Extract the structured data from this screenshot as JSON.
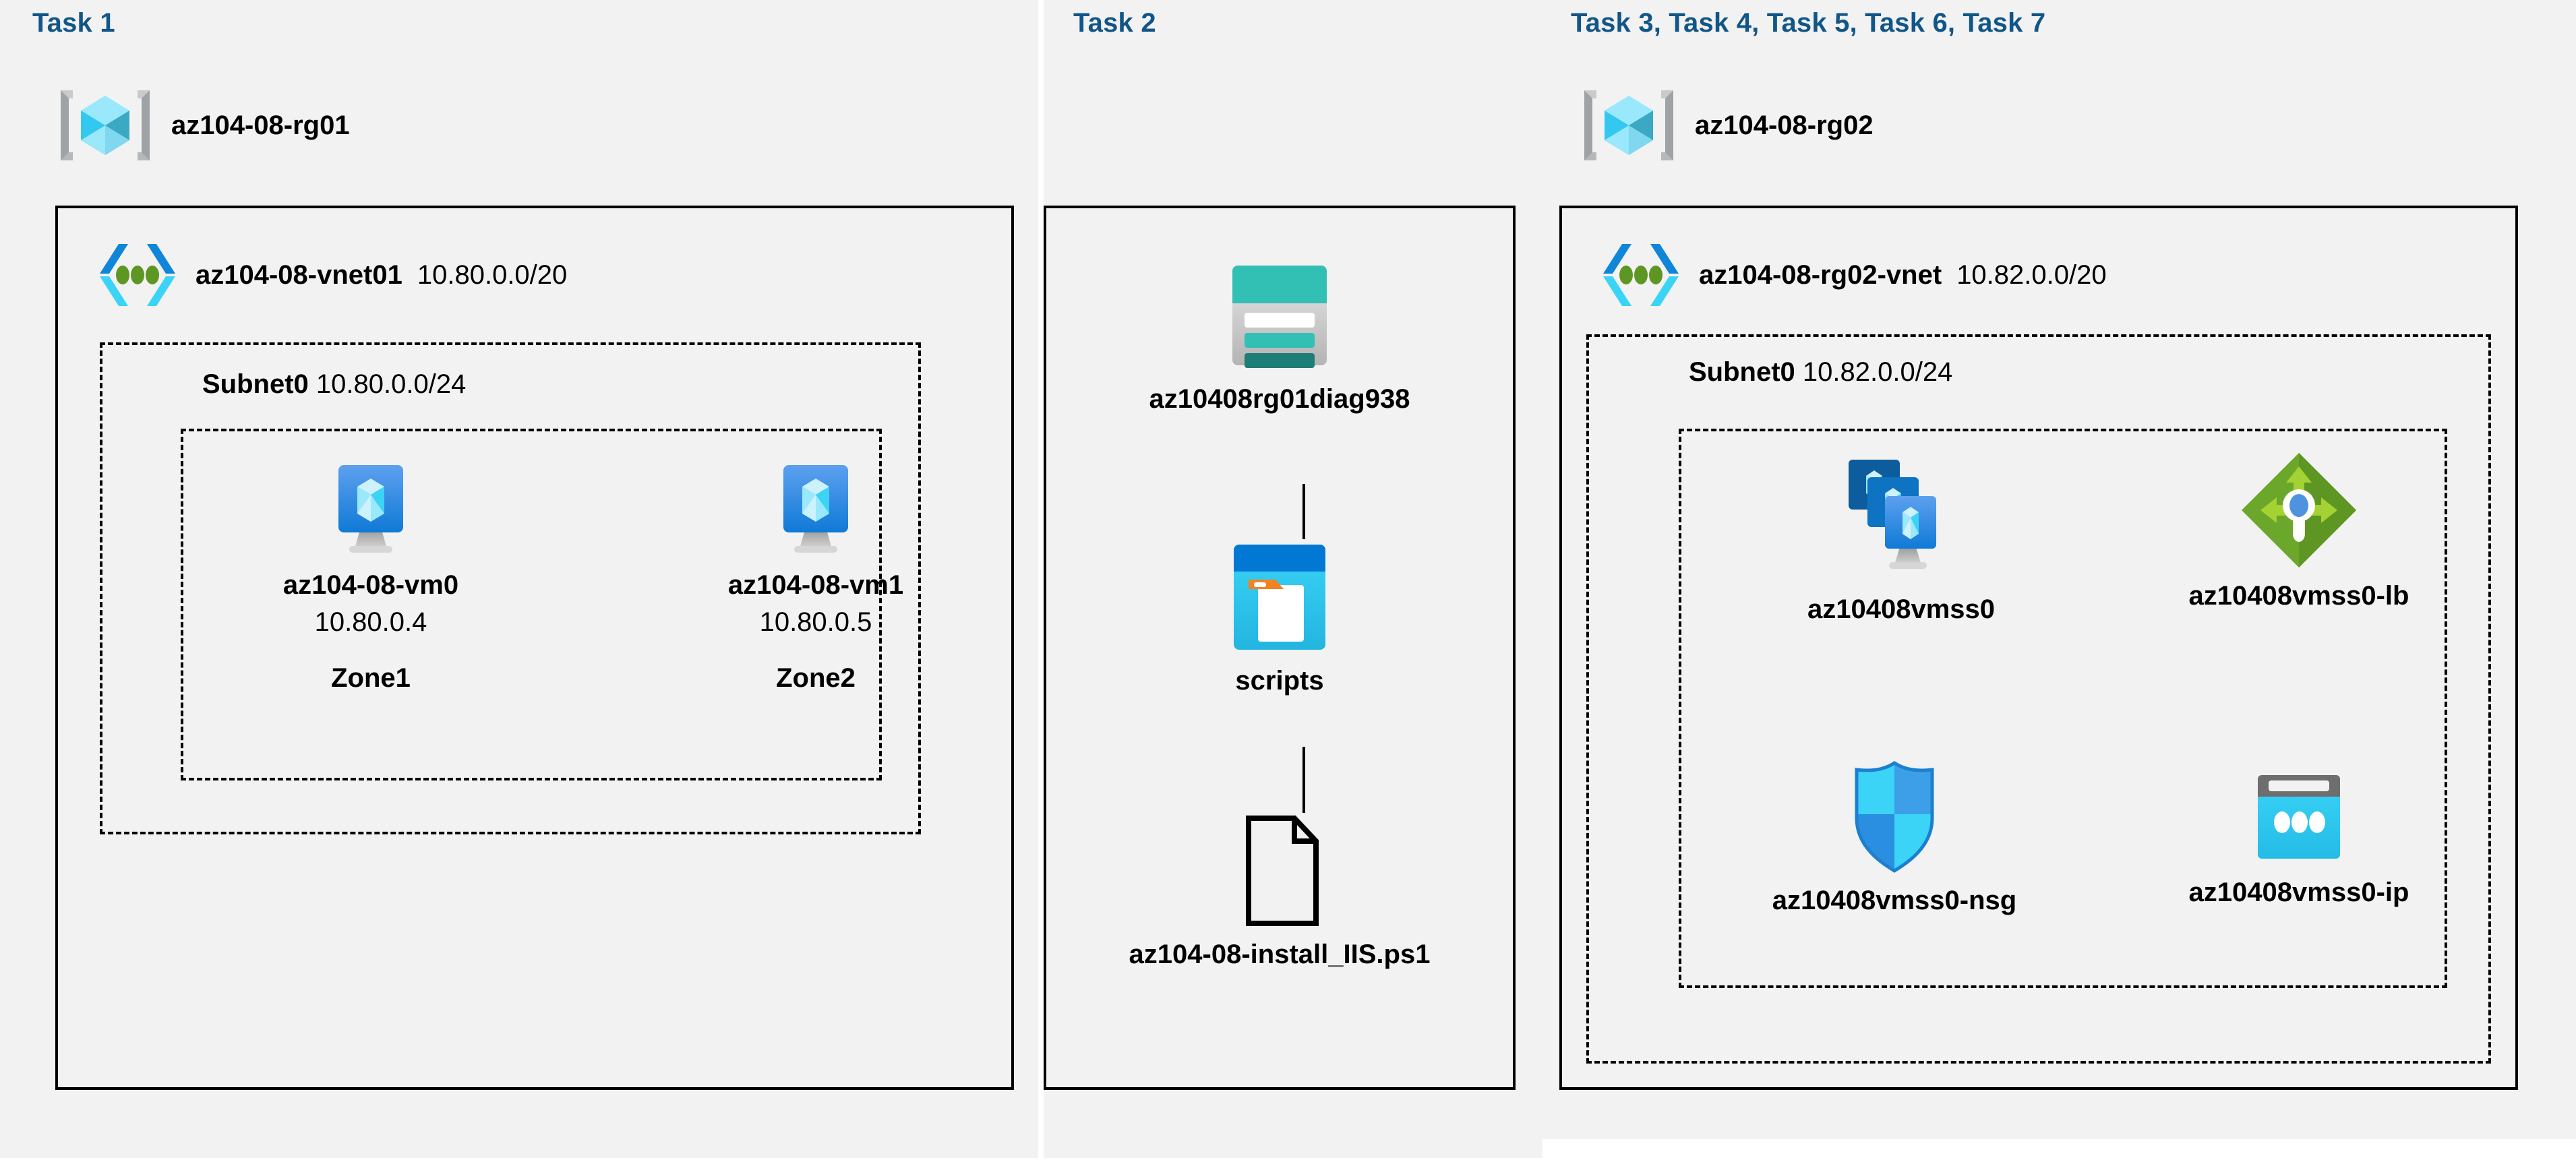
{
  "diagram": {
    "title_color": "#125687",
    "panels": [
      {
        "task_label": "Task 1",
        "resource_group": {
          "name": "az104-08-rg01",
          "icon": "resource-group-icon"
        },
        "vnet": {
          "name": "az104-08-vnet01",
          "cidr": "10.80.0.0/20",
          "icon": "virtual-network-icon"
        },
        "subnet": {
          "name": "Subnet0",
          "cidr": "10.80.0.0/24"
        },
        "nodes": [
          {
            "icon": "virtual-machine-icon",
            "name": "az104-08-vm0",
            "ip": "10.80.0.4",
            "zone": "Zone1"
          },
          {
            "icon": "virtual-machine-icon",
            "name": "az104-08-vm1",
            "ip": "10.80.0.5",
            "zone": "Zone2"
          }
        ]
      },
      {
        "task_label": "Task 2",
        "nodes": [
          {
            "icon": "storage-account-icon",
            "name": "az10408rg01diag938"
          },
          {
            "icon": "blob-container-icon",
            "name": "scripts"
          },
          {
            "icon": "script-file-icon",
            "name": "az104-08-install_IIS.ps1"
          }
        ]
      },
      {
        "task_label": "Task 3, Task 4, Task 5, Task 6, Task 7",
        "resource_group": {
          "name": "az104-08-rg02",
          "icon": "resource-group-icon"
        },
        "vnet": {
          "name": "az104-08-rg02-vnet",
          "cidr": "10.82.0.0/20",
          "icon": "virtual-network-icon"
        },
        "subnet": {
          "name": "Subnet0",
          "cidr": "10.82.0.0/24"
        },
        "nodes": [
          {
            "icon": "vm-scale-set-icon",
            "name": "az10408vmss0"
          },
          {
            "icon": "load-balancer-icon",
            "name": "az10408vmss0-lb"
          },
          {
            "icon": "network-security-group-icon",
            "name": "az10408vmss0-nsg"
          },
          {
            "icon": "public-ip-address-icon",
            "name": "az10408vmss0-ip"
          }
        ]
      }
    ],
    "colors": {
      "panel_bg": "#f2f2f2",
      "title": "#125687",
      "azure_cyan": "#32c8f0",
      "azure_blue": "#0078d4",
      "vnet_green": "#5e9624",
      "storage_teal": "#32bfb4",
      "lb_green": "#7ab929",
      "nsg_blue": "#2fc0f5"
    }
  }
}
